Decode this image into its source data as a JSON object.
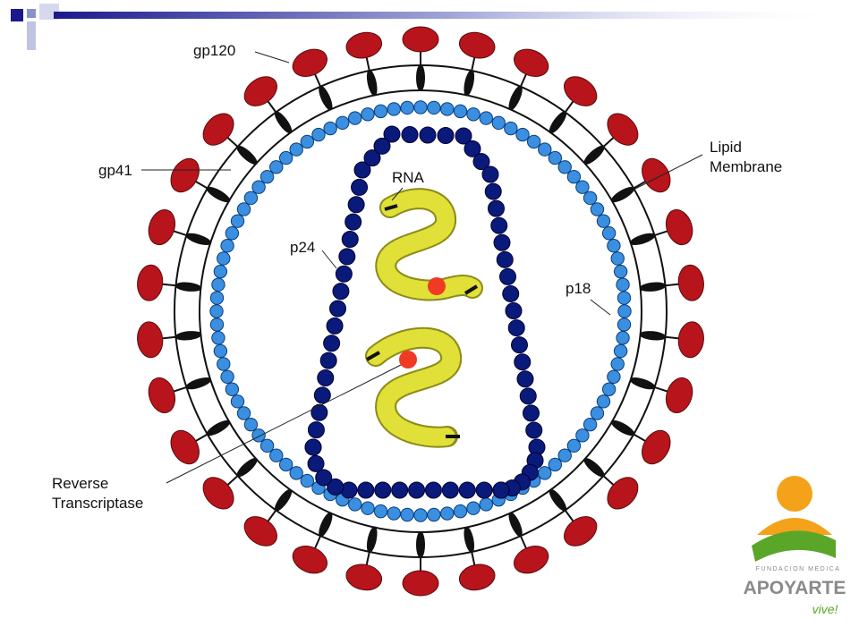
{
  "labels": {
    "gp120": "gp120",
    "gp41": "gp41",
    "lipid_membrane": [
      "Lipid",
      "Membrane"
    ],
    "rna": "RNA",
    "p24": "p24",
    "p18": "p18",
    "reverse_transcriptase": [
      "Reverse",
      "Transcriptase"
    ]
  },
  "logo": {
    "line1": "FUNDACION MEDICA",
    "name": "APOYARTE",
    "tagline": "vive!"
  },
  "colors": {
    "spike_head": "#b8141c",
    "spike_stem": "#111111",
    "matrix_bead": "#3a8fe0",
    "capsid_bead": "#0a1a7a",
    "rna_coil": "#d6d62a",
    "reverse_transcriptase": "#ef3b24",
    "logo_orange": "#f4a21a",
    "logo_green": "#5aa629",
    "logo_gray": "#8a8a8a"
  }
}
